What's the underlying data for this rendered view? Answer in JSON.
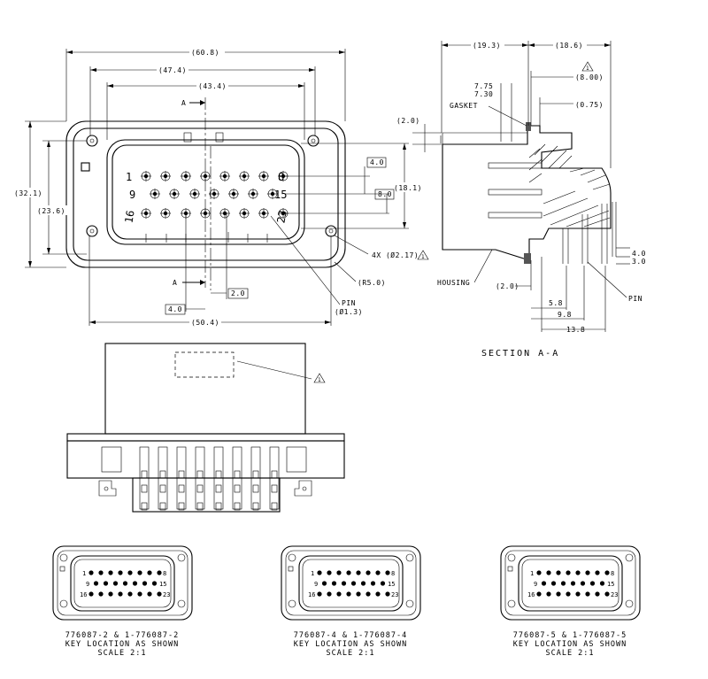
{
  "dimensions": {
    "overall_width": "(60.8)",
    "flange_width": "(47.4)",
    "housing_width": "(43.4)",
    "mount_spacing": "(50.4)",
    "overall_height": "(32.1)",
    "flange_height": "(23.6)",
    "pin_field_height": "(18.1)",
    "row_pitch": "4.0",
    "row_span": "8.0",
    "col_pitch": "4.0",
    "col_offset": "2.0",
    "corner_radius": "(R5.0)",
    "mount_holes": "4X (Ø2.17)",
    "pin_dia": "(Ø1.3)",
    "sec_depth_a": "(19.3)",
    "sec_depth_b": "(18.6)",
    "sec_8": "(8.00)",
    "sec_775": "7.75",
    "sec_730": "7.30",
    "sec_075": "(0.75)",
    "sec_20_top": "(2.0)",
    "sec_20_bottom": "(2.0)",
    "sec_40": "4.0",
    "sec_30": "3.0",
    "sec_58": "5.8",
    "sec_98": "9.8",
    "sec_138": "13.8"
  },
  "labels": {
    "section_mark": "A",
    "pin": "PIN",
    "gasket": "GASKET",
    "housing": "HOUSING",
    "section_title": "SECTION  A-A",
    "note_flag": "1"
  },
  "pin_numbers": {
    "p1": "1",
    "p8": "8",
    "p9": "9",
    "p15": "15",
    "p16": "16",
    "p23": "23"
  },
  "variants": [
    {
      "part": "776087-2 & 1-776087-2",
      "key": "KEY LOCATION AS SHOWN",
      "scale": "SCALE  2:1"
    },
    {
      "part": "776087-4 & 1-776087-4",
      "key": "KEY LOCATION AS SHOWN",
      "scale": "SCALE  2:1"
    },
    {
      "part": "776087-5 & 1-776087-5",
      "key": "KEY LOCATION AS SHOWN",
      "scale": "SCALE  2:1"
    }
  ]
}
